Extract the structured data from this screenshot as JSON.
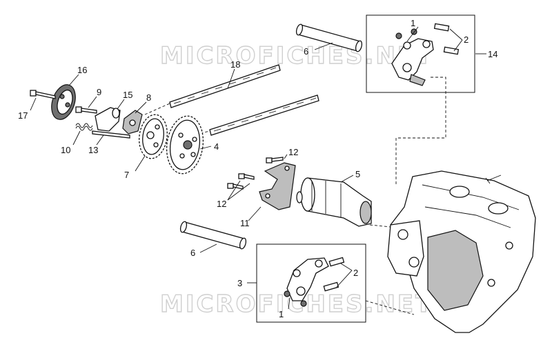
{
  "watermarks": [
    "MICROFICHES.NET",
    "MICROFICHES.NET"
  ],
  "labels": [
    "1",
    "2",
    "14",
    "6",
    "18",
    "16",
    "9",
    "15",
    "8",
    "17",
    "10",
    "13",
    "7",
    "4",
    "12",
    "5",
    "12",
    "11",
    "6",
    "3",
    "2",
    "1"
  ],
  "colors": {
    "line": "#111111",
    "shade": "#bdbdbd",
    "dark": "#6f6f6f",
    "watermark": "#cfcfcf"
  }
}
